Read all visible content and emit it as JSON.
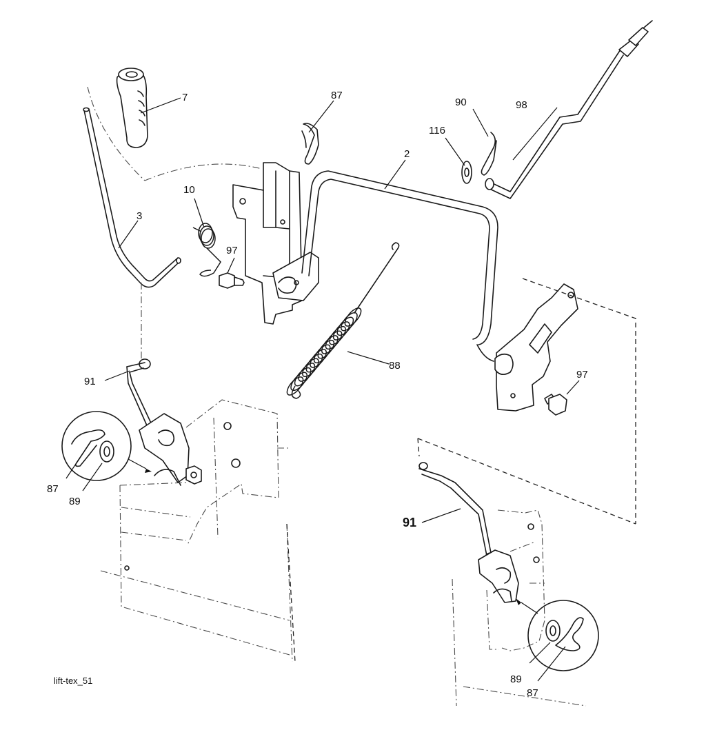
{
  "drawing_id": "lift-tex_51",
  "callouts": {
    "grip": "7",
    "clip_top": "87",
    "clip_90": "90",
    "rod_98": "98",
    "washer_116": "116",
    "lift_shaft": "2",
    "spring_10": "10",
    "lever_3": "3",
    "bolt_97_left": "97",
    "spring_88": "88",
    "link_91_left": "91",
    "bolt_97_right": "97",
    "clip_87_left": "87",
    "washer_89_left": "89",
    "link_91_right": "91",
    "washer_89_right": "89",
    "clip_87_right": "87"
  }
}
